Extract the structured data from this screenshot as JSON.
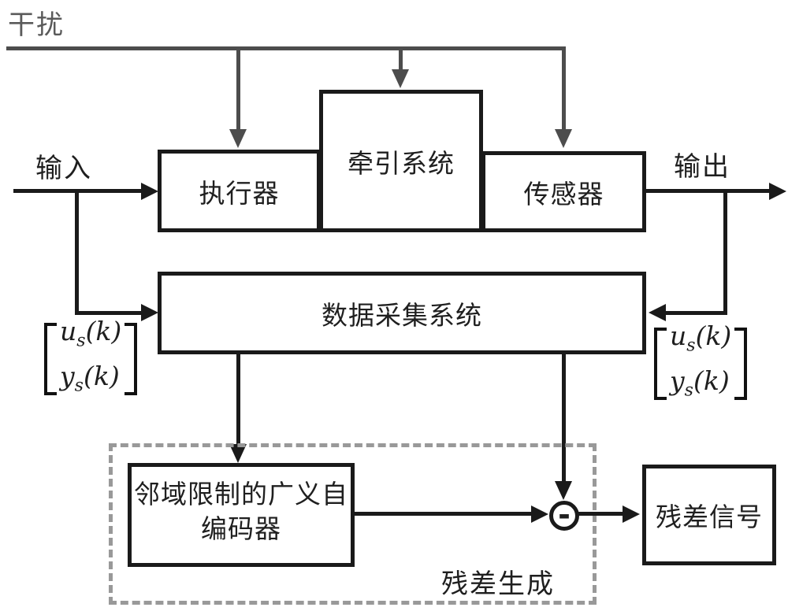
{
  "colors": {
    "line_black": "#1a1a1a",
    "disturbance_gray": "#4d4d4d",
    "disturbance_text_gray": "#5a5a5a",
    "dashed_box_gray": "#999999",
    "background": "#ffffff"
  },
  "labels": {
    "disturbance": "干扰",
    "input": "输入",
    "output": "输出",
    "residual_generation": "残差生成"
  },
  "blocks": {
    "actuator": "执行器",
    "traction_system": "牵引系统",
    "sensor": "传感器",
    "data_acquisition": "数据采集系统",
    "autoencoder_line1": "邻域限制的广义自",
    "autoencoder_line2": "编码器",
    "residual_signal": "残差信号"
  },
  "icons": {
    "minus": "-"
  },
  "vector_label": {
    "row1": {
      "base": "u",
      "sub": "s",
      "rest": "(k)"
    },
    "row2": {
      "base": "y",
      "sub": "s",
      "rest": "(k)"
    }
  }
}
